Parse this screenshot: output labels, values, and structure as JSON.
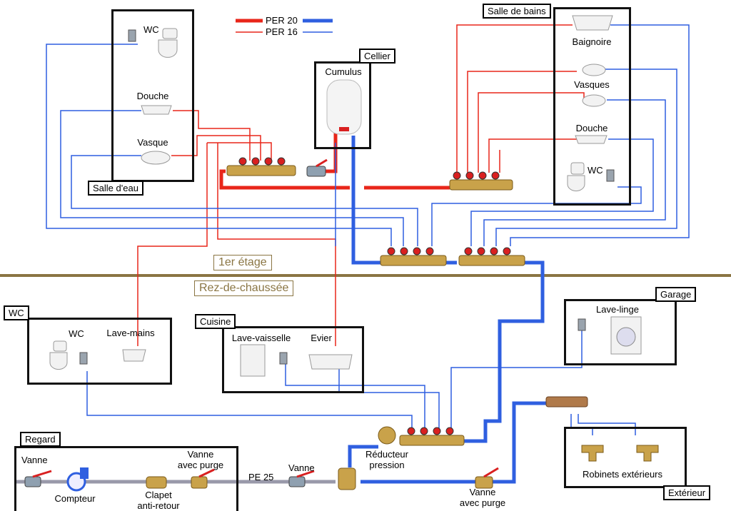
{
  "legend": {
    "per20": "PER 20",
    "per16": "PER 16"
  },
  "levels": {
    "upper": "1er étage",
    "ground": "Rez-de-chaussée"
  },
  "rooms": {
    "salle_eau": "Salle d'eau",
    "salle_bains": "Salle de bains",
    "cellier": "Cellier",
    "wc": "WC",
    "cuisine": "Cuisine",
    "garage": "Garage",
    "regard": "Regard",
    "exterieur": "Extérieur"
  },
  "fixtures": {
    "wc_upper": "WC",
    "douche_upper": "Douche",
    "vasque_upper": "Vasque",
    "cumulus": "Cumulus",
    "baignoire": "Baignoire",
    "vasques": "Vasques",
    "douche_bath": "Douche",
    "wc_bath": "WC",
    "wc_ground": "WC",
    "lave_mains": "Lave-mains",
    "lave_vaisselle": "Lave-vaisselle",
    "evier": "Evier",
    "lave_linge": "Lave-linge",
    "robinets": "Robinets extérieurs"
  },
  "components": {
    "vanne1": "Vanne",
    "compteur": "Compteur",
    "clapet": "Clapet\nanti-retour",
    "vanne_purge1": "Vanne\navec purge",
    "pe25": "PE 25",
    "vanne2": "Vanne",
    "reducteur": "Réducteur\npression",
    "vanne_purge2": "Vanne\navec purge"
  },
  "colors": {
    "hot": "#e8261a",
    "cold": "#2f5fe0",
    "floor": "#8a7543",
    "brass": "#c9a24a"
  }
}
